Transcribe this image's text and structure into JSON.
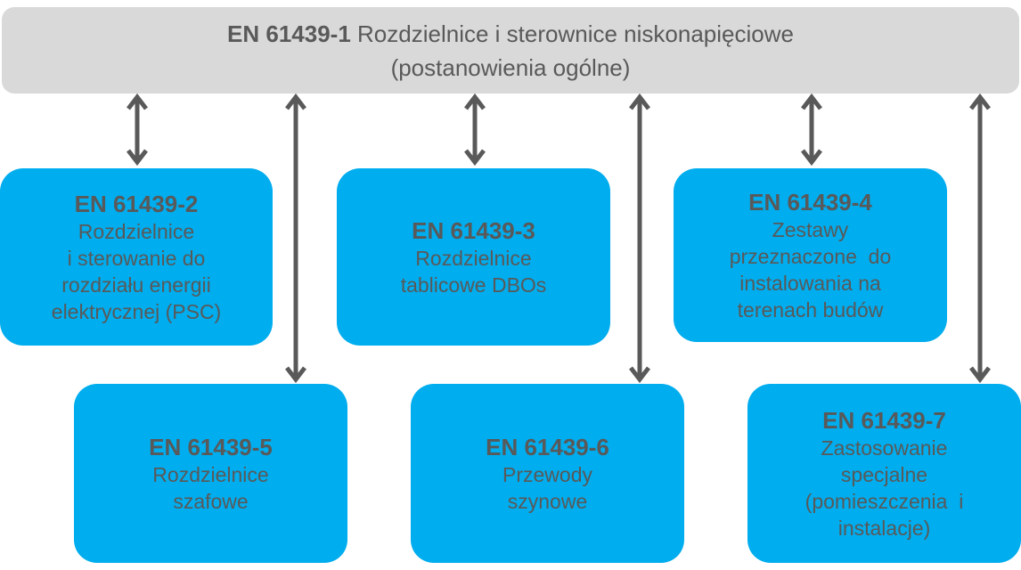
{
  "top": {
    "code": "EN 61439-1",
    "title": "Rozdzielnice i sterownice niskonapięciowe",
    "subtitle": "(postanowienia ogólne)"
  },
  "parts": [
    {
      "id": "b2",
      "code": "EN 61439-2",
      "lines": [
        "Rozdzielnice",
        "i sterowanie do",
        "rozdziału energii",
        "elektrycznej (PSC)"
      ]
    },
    {
      "id": "b3",
      "code": "EN 61439-3",
      "lines": [
        "Rozdzielnice",
        "tablicowe DBOs"
      ]
    },
    {
      "id": "b4",
      "code": "EN 61439-4",
      "lines": [
        "Zestawy",
        "przeznaczone  do",
        "instalowania na",
        "terenach budów"
      ]
    },
    {
      "id": "b5",
      "code": "EN 61439-5",
      "lines": [
        "Rozdzielnice",
        "szafowe"
      ]
    },
    {
      "id": "b6",
      "code": "EN 61439-6",
      "lines": [
        "Przewody",
        "szynowe"
      ]
    },
    {
      "id": "b7",
      "code": "EN 61439-7",
      "lines": [
        "Zastosowanie",
        "specjalne",
        "(pomieszczenia  i",
        "instalacje)"
      ]
    }
  ],
  "colors": {
    "top_box": "#d9d9d9",
    "part_box": "#00adee",
    "text": "#595959",
    "arrow": "#595959"
  }
}
